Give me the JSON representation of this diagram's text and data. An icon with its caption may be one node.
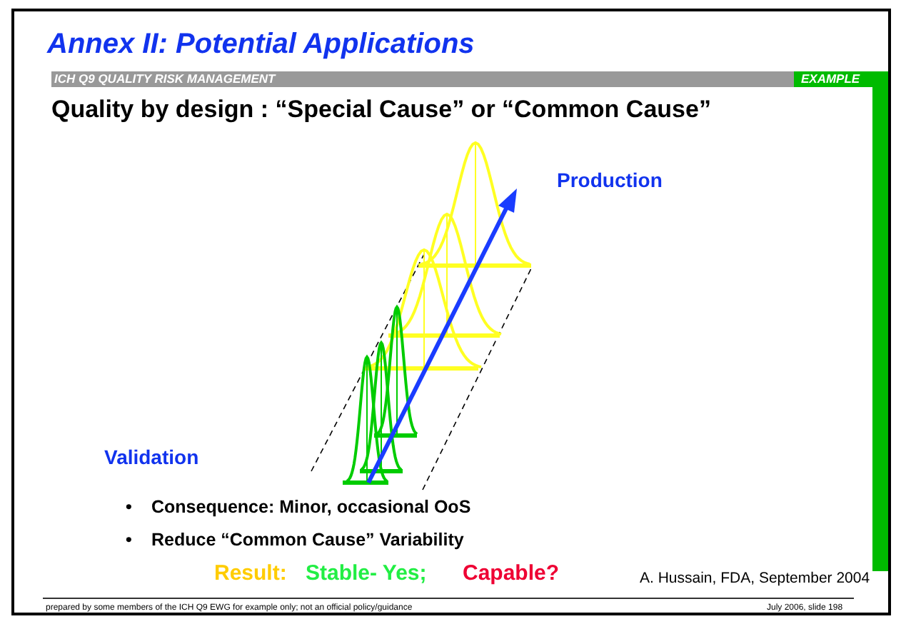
{
  "diagram": {
    "title": "Annex II: Potential Applications",
    "labels": [
      "ICH Q9 QUALITY RISK MANAGEMENT",
      "EXAMPLE",
      "Quality by design : “Special Cause” or “Common Cause”",
      "Production",
      "Validation",
      "•",
      "Consequence: Minor, occasional OoS",
      "•",
      "Reduce “Common Cause” Variability",
      "Result:",
      "Stable- Yes;",
      "Capable?",
      "A. Hussain, FDA, September 2004",
      "prepared by some members of the ICH Q9 EWG for example only; not an official policy/guidance",
      "July 2006, slide 198"
    ]
  }
}
